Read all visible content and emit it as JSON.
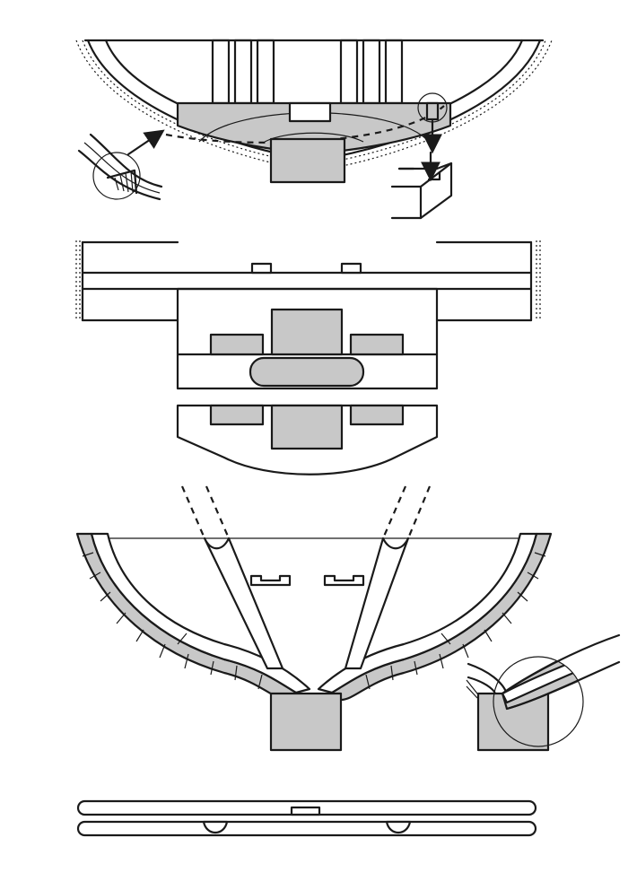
{
  "figure": {
    "colors": {
      "stroke": "#1a1a1a",
      "fill_gray": "#c8c8c8",
      "fill_white": "#ffffff"
    },
    "views": [
      {
        "id": "top-section-view"
      },
      {
        "id": "front-elevation-view"
      },
      {
        "id": "curved-shell-section-view"
      },
      {
        "id": "bottom-rail-view"
      }
    ]
  }
}
